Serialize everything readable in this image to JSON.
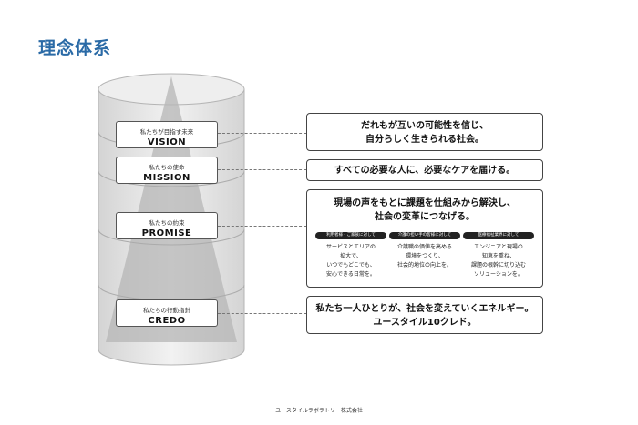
{
  "title": "理念体系",
  "layers": {
    "vision": {
      "sub": "私たちが目指す未来",
      "name": "VISION",
      "statement": [
        "だれもが互いの可能性を信じ、",
        "自分らしく生きられる社会。"
      ]
    },
    "mission": {
      "sub": "私たちの使命",
      "name": "MISSION",
      "statement": [
        "すべての必要な人に、必要なケアを届ける。"
      ]
    },
    "promise": {
      "sub": "私たちの約束",
      "name": "PROMISE",
      "statement": [
        "現場の声をもとに課題を仕組みから解決し、",
        "社会の変革につなげる。"
      ],
      "groups": [
        {
          "tag": "利用者様・ご家族に対して",
          "lines": [
            "サービスとエリアの",
            "拡大で、",
            "いつでもどこでも、",
            "安心できる日常を。"
          ]
        },
        {
          "tag": "介護の担い手の皆様に対して",
          "lines": [
            "介護職の価値を高める",
            "環境をつくり、",
            "社会的地位の向上を。"
          ]
        },
        {
          "tag": "医療福祉業界に対して",
          "lines": [
            "エンジニアと現場の",
            "知恵を重ね、",
            "課題の根幹に切り込む",
            "ソリューションを。"
          ]
        }
      ]
    },
    "credo": {
      "sub": "私たちの行動指針",
      "name": "CREDO",
      "statement": [
        "私たち一人ひとりが、社会を変えていくエネルギー。",
        "ユースタイル10クレド。"
      ]
    }
  },
  "footer": "ユースタイルラボラトリー株式会社"
}
